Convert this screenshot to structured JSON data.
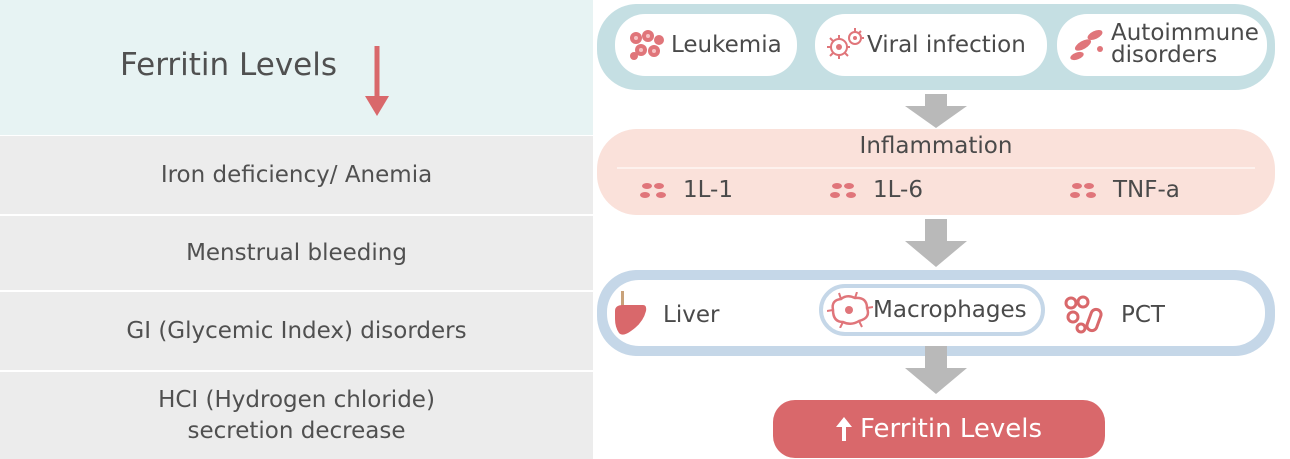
{
  "left": {
    "title": "Ferritin Levels",
    "causes": [
      {
        "line1": "Iron deficiency/ Anemia",
        "line2": ""
      },
      {
        "line1": "Menstrual bleeding",
        "line2": ""
      },
      {
        "line1": "GI (Glycemic Index) disorders",
        "line2": ""
      },
      {
        "line1": "HCI (Hydrogen chloride)",
        "line2": "secretion decrease"
      }
    ]
  },
  "flow": {
    "conditions": [
      {
        "label": "Leukemia",
        "icon": "blood-cells-icon"
      },
      {
        "label": "Viral infection",
        "icon": "virus-icon"
      },
      {
        "label_line1": "Autoimmune",
        "label_line2": "disorders",
        "icon": "autoimmune-cells-icon"
      }
    ],
    "inflammation": {
      "title": "Inflammation",
      "cytokines": [
        "1L-1",
        "1L-6",
        "TNF-a"
      ]
    },
    "sources": [
      {
        "label": "Liver",
        "icon": "liver-icon"
      },
      {
        "label": "Macrophages",
        "icon": "macrophage-icon"
      },
      {
        "label": "PCT",
        "icon": "pct-cells-icon"
      }
    ],
    "result": {
      "arrow": "↑",
      "label": "Ferritin Levels"
    }
  },
  "colors": {
    "accent_red": "#d9686b",
    "teal_band": "#c5dfe3",
    "pink_band": "#fae1da",
    "blue_band": "#c5d7e8",
    "gray_arrow": "#b9b9b9",
    "left_header_bg": "#e7f3f3",
    "left_list_bg": "#ececec"
  }
}
